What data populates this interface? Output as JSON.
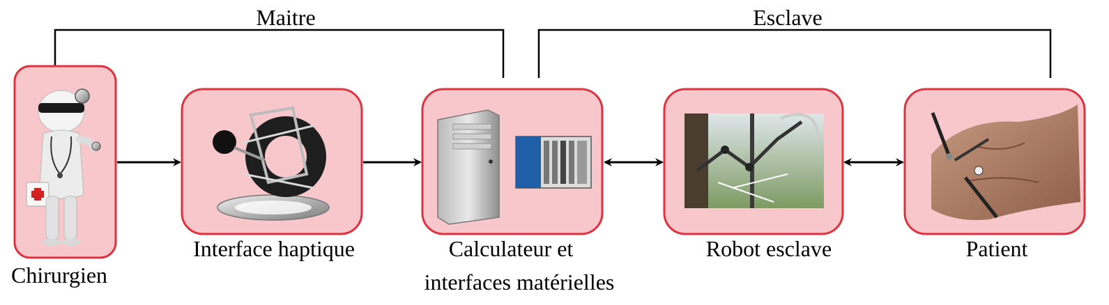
{
  "groups": {
    "master_label": "Maitre",
    "slave_label": "Esclave"
  },
  "nodes": {
    "surgeon": "Chirurgien",
    "haptic": "Interface haptique",
    "computer_line1": "Calculateur et",
    "computer_line2": "interfaces matérielles",
    "robot": "Robot esclave",
    "patient": "Patient"
  },
  "colors": {
    "box_fill": "#f7c7cc",
    "box_stroke": "#e0313f"
  }
}
